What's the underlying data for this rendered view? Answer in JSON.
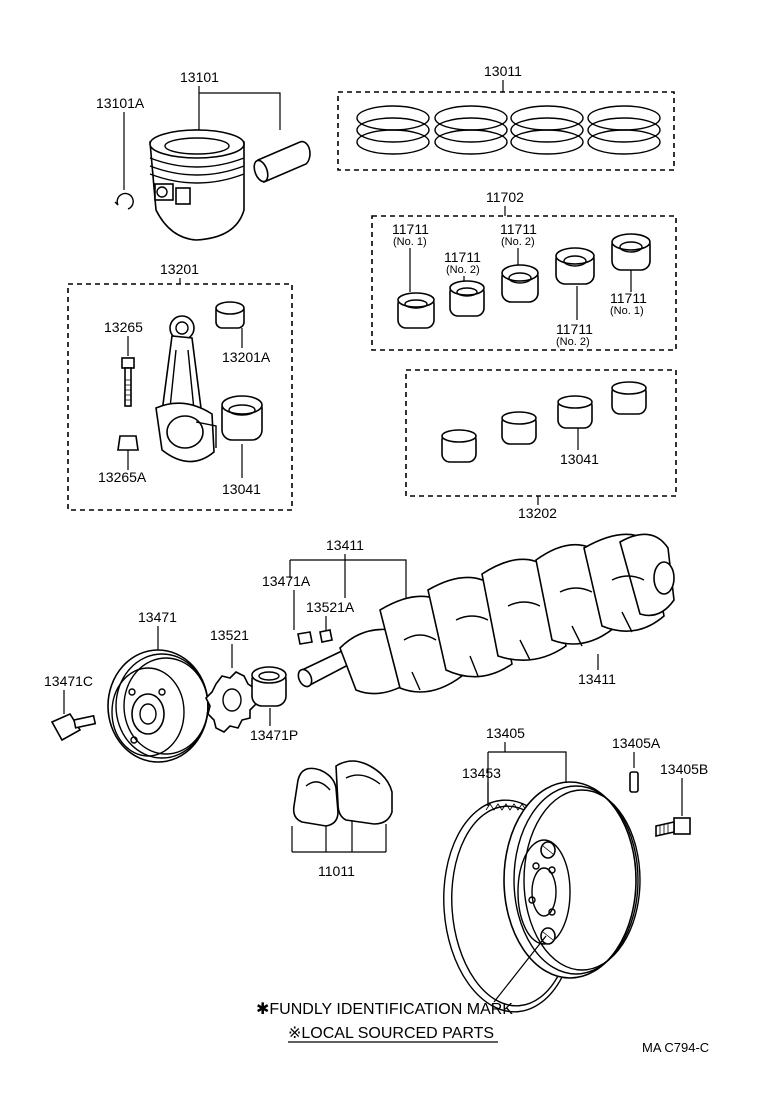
{
  "labels": {
    "p13101": "13101",
    "p13101A": "13101A",
    "p13011": "13011",
    "p11702": "11702",
    "p11711_a": "11711",
    "p11711_a_sub": "(No. 1)",
    "p11711_b": "11711",
    "p11711_b_sub": "(No. 2)",
    "p11711_c": "11711",
    "p11711_c_sub": "(No. 2)",
    "p11711_d": "11711",
    "p11711_d_sub": "(No. 2)",
    "p11711_e": "11711",
    "p11711_e_sub": "(No. 1)",
    "p13201": "13201",
    "p13265": "13265",
    "p13201A": "13201A",
    "p13265A": "13265A",
    "p13041_a": "13041",
    "p13041_b": "13041",
    "p13202": "13202",
    "p13411_top": "13411",
    "p13471A": "13471A",
    "p13521A": "13521A",
    "p13471": "13471",
    "p13521": "13521",
    "p13411_bottom": "13411",
    "p13471C": "13471C",
    "p13471P": "13471P",
    "p13405": "13405",
    "p13405A": "13405A",
    "p13453": "13453",
    "p13405B": "13405B",
    "p11011": "11011"
  },
  "notes": {
    "identification_mark": "✱FUNDLY IDENTIFICATION MARK",
    "local_parts": "※LOCAL SOURCED PARTS"
  },
  "figure_code": "MA  C794-C"
}
